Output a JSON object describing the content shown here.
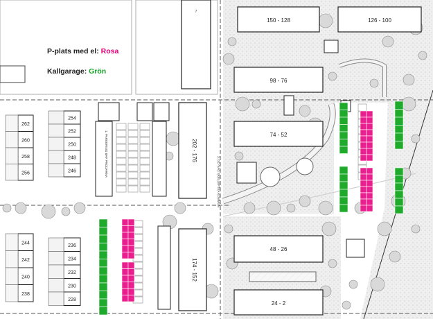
{
  "legend": {
    "el_label": "P-plats med el:",
    "el_value": "Rosa",
    "el_color": "#ea1f8f",
    "cold_label": "Kallgarage:",
    "cold_value": "Grön",
    "cold_color": "#1faa2c"
  },
  "buildings": {
    "b150_128": "150 - 128",
    "b126_100": "126 - 100",
    "b98_76": "98 - 76",
    "b74_52": "74 - 52",
    "b48_26": "48 - 26",
    "b24_2": "24 - 2",
    "b202_176": "202 - 176",
    "b174_152": "174 - 152"
  },
  "west_row": {
    "right_col": [
      "254",
      "252",
      "250",
      "248",
      "246"
    ],
    "left_col": [
      "262",
      "260",
      "258",
      "256"
    ]
  },
  "southwest_row": {
    "right_col": [
      "236",
      "234",
      "232",
      "230",
      "228"
    ],
    "left_col": [
      "244",
      "242",
      "240",
      "238"
    ]
  },
  "labels": {
    "top_tag": "7",
    "street_p": "1. PARKERING BAF PRODARNA",
    "street_main": "3. GC-VÄG SKELLEFTEA KOMMUN"
  },
  "colors": {
    "pink": "#ea1f8f",
    "green": "#1faa2c",
    "tree_fill": "#d9d9d9",
    "ground": "#ececec"
  }
}
